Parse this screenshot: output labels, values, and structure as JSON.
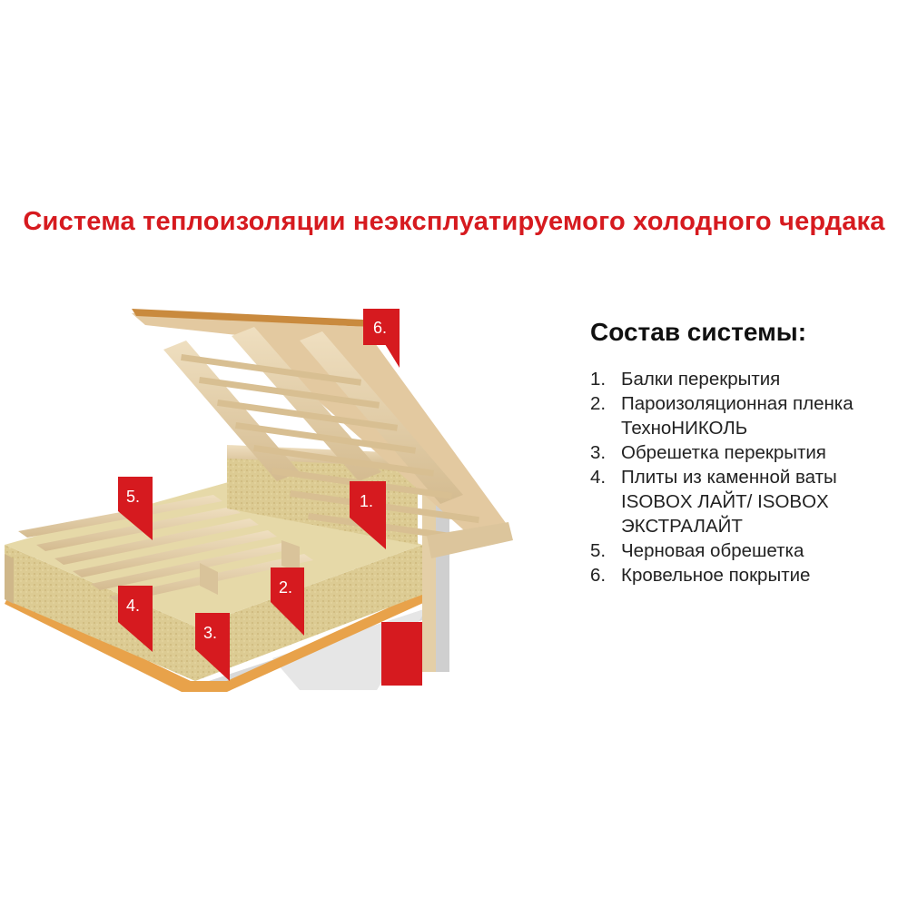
{
  "title": "Система теплоизоляции неэксплуатируемого холодного чердака",
  "legend": {
    "heading": "Состав системы:",
    "items": [
      {
        "num": "1.",
        "text": "Балки перекрытия"
      },
      {
        "num": "2.",
        "text": "Пароизоляционная пленка\nТехноНИКОЛЬ"
      },
      {
        "num": "3.",
        "text": "Обрешетка перекрытия"
      },
      {
        "num": "4.",
        "text": "Плиты из каменной ваты\nISOBOX ЛАЙТ/ ISOBOX\nЭКСТРАЛАЙТ"
      },
      {
        "num": "5.",
        "text": "Черновая обрешетка"
      },
      {
        "num": "6.",
        "text": "Кровельное покрытие"
      }
    ]
  },
  "callouts": {
    "c1": "1.",
    "c2": "2.",
    "c3": "3.",
    "c4": "4.",
    "c5": "5.",
    "c6": "6."
  },
  "colors": {
    "accent": "#d61a1f",
    "wood": "#e6d2ae",
    "wool": "#d9c78e",
    "membrane": "#e8a24a"
  }
}
